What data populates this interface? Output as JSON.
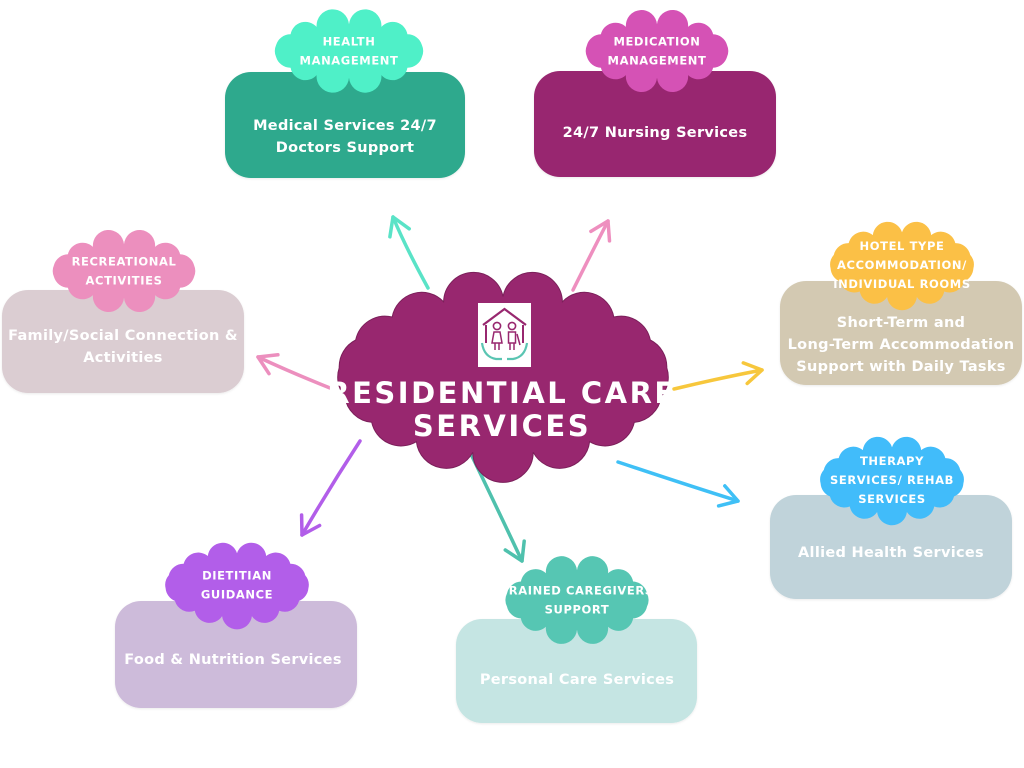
{
  "center": {
    "title_line1": "RESIDENTIAL CARE",
    "title_line2": "SERVICES",
    "color": "#98276f",
    "icon": "care-home-icon"
  },
  "nodes": [
    {
      "id": "health-management",
      "tag_lines": [
        "HEALTH",
        "MANAGEMENT"
      ],
      "body_lines": [
        "Medical Services 24/7",
        "Doctors Support"
      ],
      "box_color": "#2da98d",
      "tag_color": "#4ff0c8",
      "arrow_color": "#5ae3c7"
    },
    {
      "id": "medication-management",
      "tag_lines": [
        "MEDICATION",
        "MANAGEMENT"
      ],
      "body_lines": [
        "24/7 Nursing Services"
      ],
      "box_color": "#98276f",
      "tag_color": "#d552b5",
      "arrow_color": "#ee8fbf"
    },
    {
      "id": "recreational-activities",
      "tag_lines": [
        "RECREATIONAL",
        "ACTIVITIES"
      ],
      "body_lines": [
        "Family/Social Connection &",
        "Activities"
      ],
      "box_color": "#dbcdd2",
      "tag_color": "#ec8fbe",
      "arrow_color": "#ec8fbe"
    },
    {
      "id": "hotel-type-accommodation",
      "tag_lines": [
        "HOTEL TYPE",
        "ACCOMMODATION/",
        "INDIVIDUAL ROOMS"
      ],
      "body_lines": [
        "Short-Term and",
        "Long-Term Accommodation",
        "Support with Daily Tasks"
      ],
      "box_color": "#d3c9b2",
      "tag_color": "#fbc046",
      "arrow_color": "#f7c73c"
    },
    {
      "id": "therapy-services",
      "tag_lines": [
        "THERAPY",
        "SERVICES/ REHAB",
        "SERVICES"
      ],
      "body_lines": [
        "Allied Health Services"
      ],
      "box_color": "#c0d3da",
      "tag_color": "#41bcfa",
      "arrow_color": "#3fc0f6"
    },
    {
      "id": "trained-caregivers",
      "tag_lines": [
        "TRAINED CAREGIVERS",
        "SUPPORT"
      ],
      "body_lines": [
        "Personal Care Services"
      ],
      "box_color": "#c5e5e3",
      "tag_color": "#56c6b3",
      "arrow_color": "#4fc1ad"
    },
    {
      "id": "dietitian-guidance",
      "tag_lines": [
        "DIETITIAN",
        "GUIDANCE"
      ],
      "body_lines": [
        "Food & Nutrition Services"
      ],
      "box_color": "#cdbbda",
      "tag_color": "#b25ee9",
      "arrow_color": "#b25ee9"
    }
  ]
}
